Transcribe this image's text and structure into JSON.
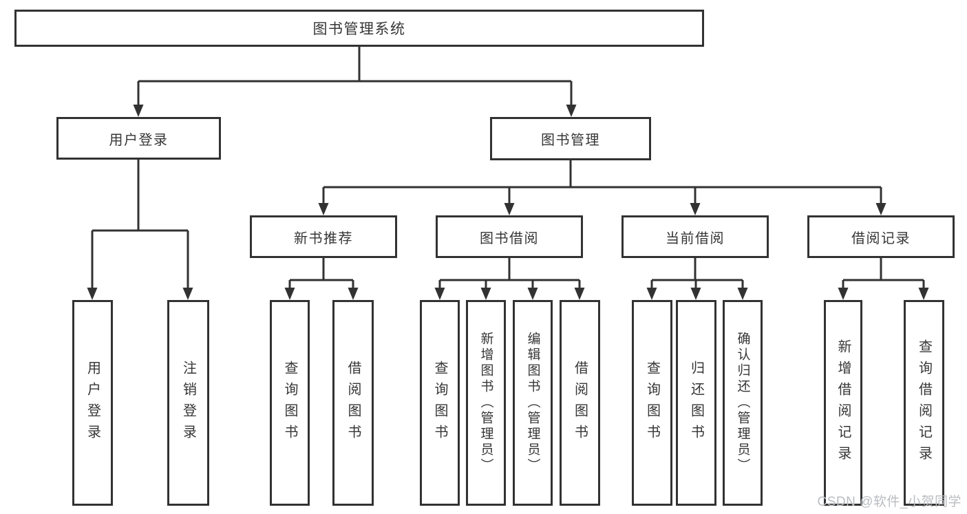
{
  "tree": {
    "label": "图书管理系统",
    "children": [
      {
        "label": "用户登录",
        "children": [
          {
            "label": "用户登录"
          },
          {
            "label": "注销登录"
          }
        ]
      },
      {
        "label": "图书管理",
        "children": [
          {
            "label": "新书推荐",
            "children": [
              {
                "label": "查询图书"
              },
              {
                "label": "借阅图书"
              }
            ]
          },
          {
            "label": "图书借阅",
            "children": [
              {
                "label": "查询图书"
              },
              {
                "label": "新增图书（管理员）"
              },
              {
                "label": "编辑图书（管理员）"
              },
              {
                "label": "借阅图书"
              }
            ]
          },
          {
            "label": "当前借阅",
            "children": [
              {
                "label": "查询图书"
              },
              {
                "label": "归还图书"
              },
              {
                "label": "确认归还（管理员）"
              }
            ]
          },
          {
            "label": "借阅记录",
            "children": [
              {
                "label": "新增借阅记录"
              },
              {
                "label": "查询借阅记录"
              }
            ]
          }
        ]
      }
    ]
  },
  "watermark": {
    "text": "CSDN @软件_小贺同学"
  },
  "colors": {
    "line": "#323232",
    "node_text": "#363636",
    "watermark_text": "#b9bdc1",
    "background": "#ffffff"
  }
}
